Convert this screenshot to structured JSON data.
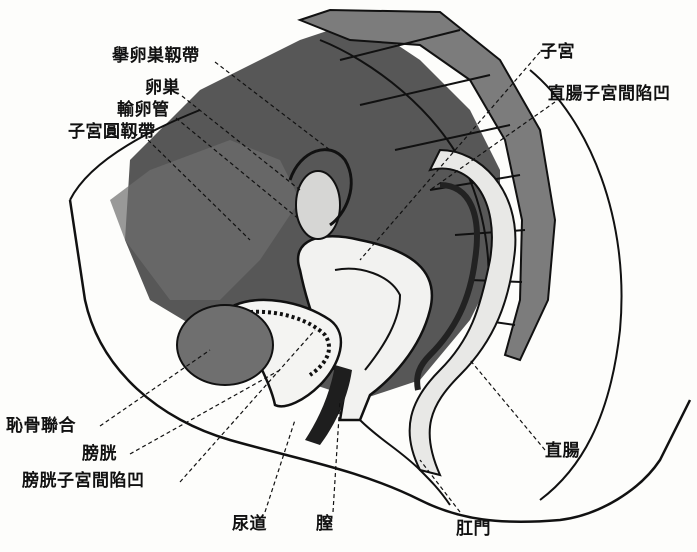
{
  "labels": {
    "suspensory_ligament": "擧卵巣靱帶",
    "ovary": "卵巣",
    "oviduct": "輸卵管",
    "round_ligament": "子宮圓靱帶",
    "uterus": "子宮",
    "rectouterine_pouch": "直腸子宮間陷凹",
    "pubic_symphysis": "恥骨聯合",
    "bladder": "膀胱",
    "vesicouterine_pouch": "膀胱子宮間陷凹",
    "urethra": "尿道",
    "vagina": "膣",
    "rectum": "直腸",
    "anus": "肛門"
  }
}
